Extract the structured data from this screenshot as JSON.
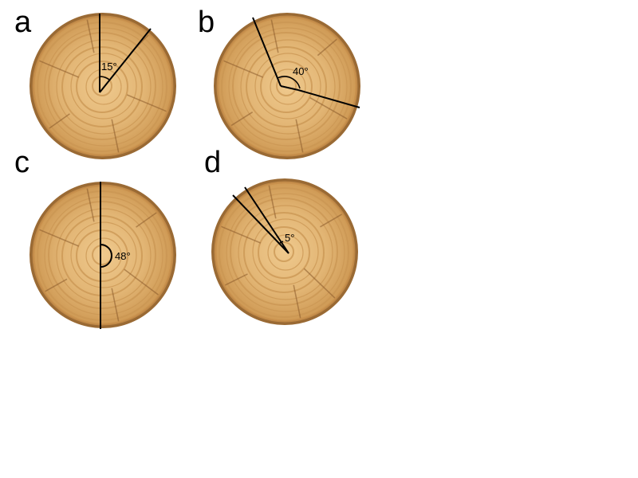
{
  "colors": {
    "bark": "#9a6a34",
    "wood_light": "#ebc283",
    "wood_mid": "#dcab68",
    "wood_edge": "#c8904c",
    "ring": "#c99653",
    "crack": "#8a5a2b",
    "line": "#000000"
  },
  "panels": [
    {
      "letter": "a",
      "angle_label": "15°"
    },
    {
      "letter": "b",
      "angle_label": "40°"
    },
    {
      "letter": "c",
      "angle_label": "48°"
    },
    {
      "letter": "d",
      "angle_label": "5°"
    }
  ]
}
